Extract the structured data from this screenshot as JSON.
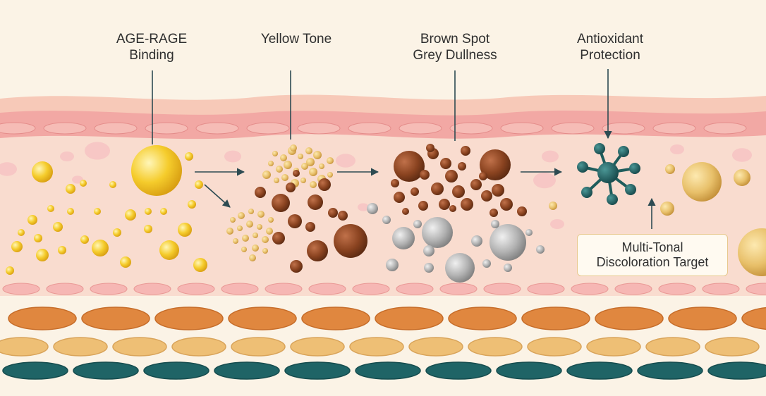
{
  "labels": {
    "age_rage": [
      "AGE-RAGE",
      "Binding"
    ],
    "yellow_tone": [
      "Yellow Tone"
    ],
    "brown_grey": [
      "Brown Spot",
      "Grey Dullness"
    ],
    "antioxidant": [
      "Antioxidant",
      "Protection"
    ],
    "target": [
      "Multi-Tonal",
      "Discoloration Target"
    ]
  },
  "colors": {
    "background": "#fbf3e6",
    "epidermis_pink": "#f2a8a4",
    "dermis": "#f9dccf",
    "yellow_particle": "#f5cc2c",
    "gold_particle": "#e8b85c",
    "brown_particle": "#8a4320",
    "grey_particle": "#a9a9a9",
    "antioxidant_teal": "#1f5d5c",
    "orange_cell": "#e0873f",
    "sand_cell": "#eebf75",
    "teal_cell": "#1f6466"
  }
}
